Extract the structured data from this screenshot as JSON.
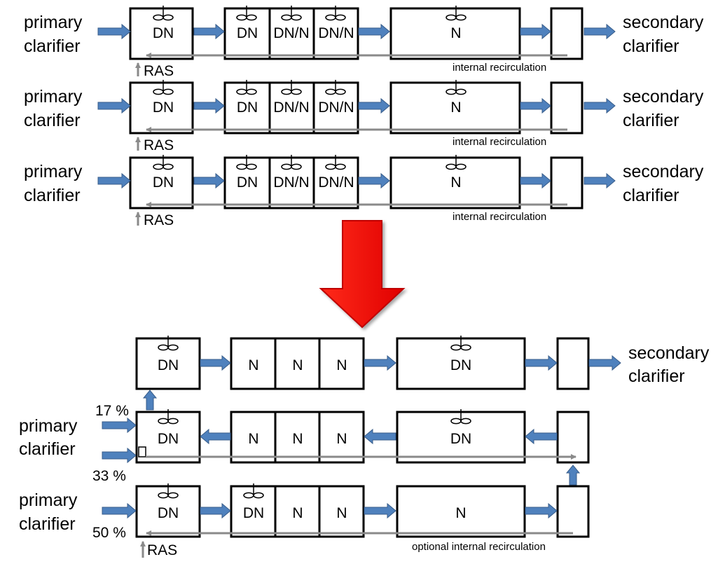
{
  "labels": {
    "primary": "primary",
    "clarifier": "clarifier",
    "secondary": "secondary",
    "ras": "RAS",
    "internal_recirculation": "internal recirculation",
    "optional_internal_recirculation": "optional internal recirculation",
    "dn": "DN",
    "dn_n": "DN/N",
    "n": "N"
  },
  "percentages": {
    "p17": "17 %",
    "p33": "33 %",
    "p50": "50 %"
  },
  "colors": {
    "flow_arrow": "#4f81bd",
    "flow_arrow_edge": "#385d8a",
    "recirculation_line": "#8a8a8a",
    "transition_arrow": "#ff0000",
    "transition_arrow_edge": "#c00000"
  },
  "icons": {
    "mixer": "mixer-icon",
    "flow": "flow-arrow-icon",
    "transition": "transition-arrow-icon"
  }
}
